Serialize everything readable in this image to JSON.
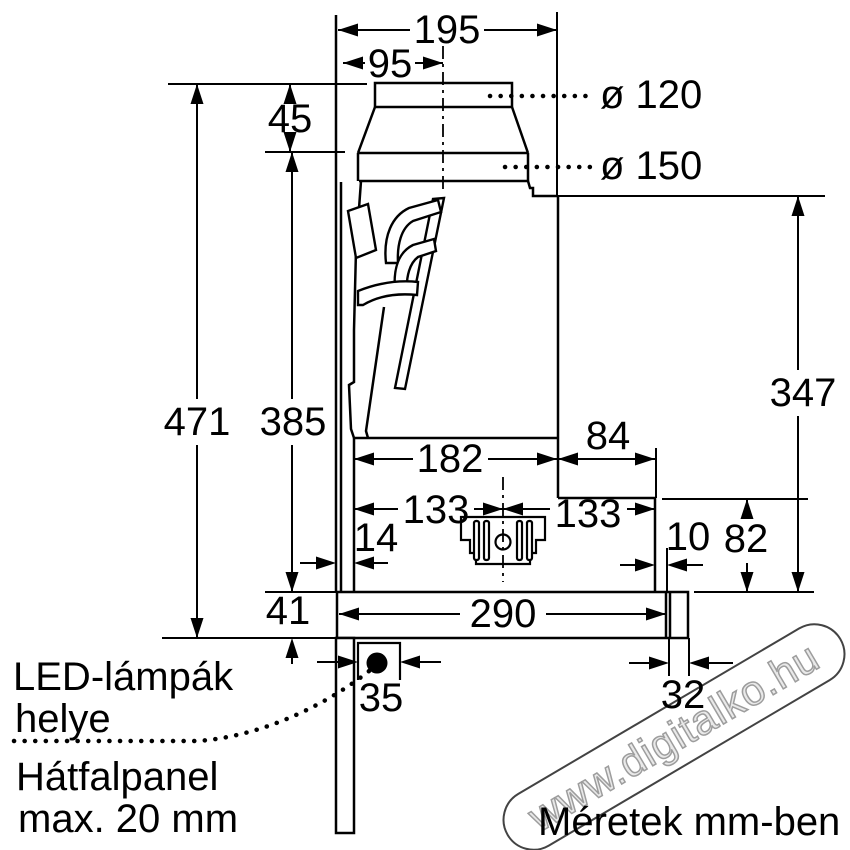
{
  "labels": {
    "d195": "195",
    "d95": "95",
    "dia120": "ø 120",
    "dia150": "ø 150",
    "d45": "45",
    "d471": "471",
    "d385": "385",
    "d347": "347",
    "d182": "182",
    "d84": "84",
    "d133_left": "133",
    "d133_right": "133",
    "d14": "14",
    "d10": "10",
    "d82": "82",
    "d41": "41",
    "d290": "290",
    "d35": "35",
    "d32": "32"
  },
  "annotations": {
    "led_line1": "LED-lámpák",
    "led_line2": "helye",
    "backpanel_line1": "Hátfalpanel",
    "backpanel_line2": "max. 20 mm",
    "units_note": "Méretek mm-ben",
    "watermark": "www.digitalko.hu"
  },
  "colors": {
    "line": "#000000",
    "background": "#ffffff",
    "watermark_gray": "#9d9d9d"
  }
}
